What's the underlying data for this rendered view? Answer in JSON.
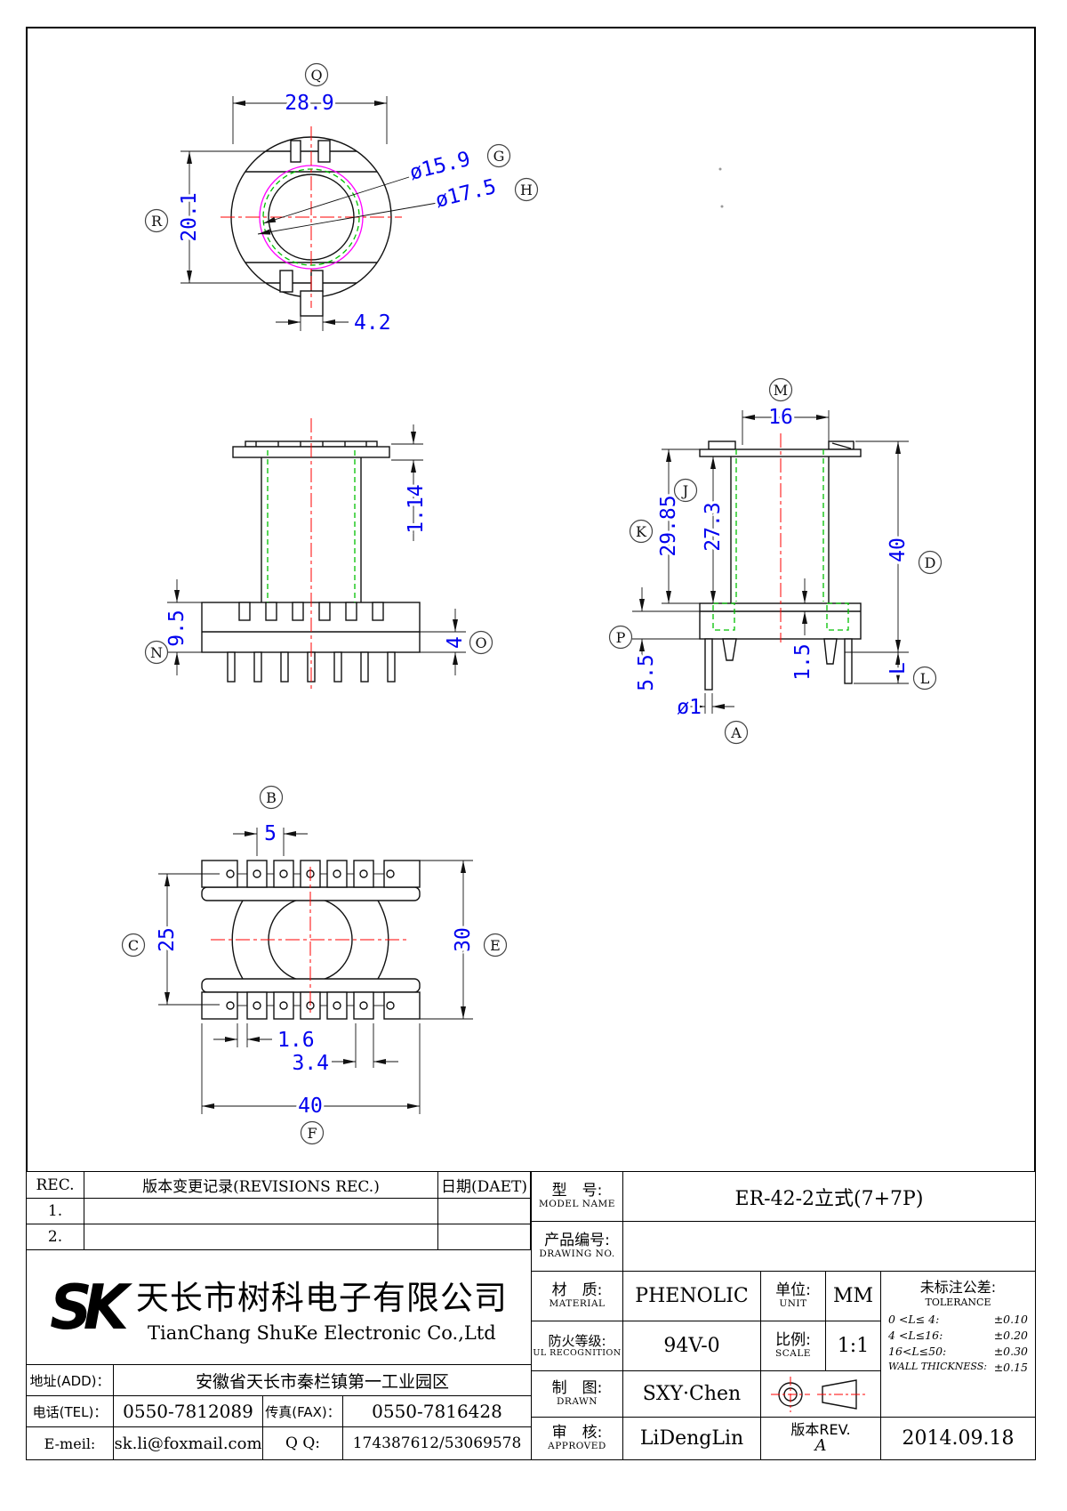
{
  "dims": {
    "q": "28.9",
    "r": "20.1",
    "g": "ø15.9",
    "h": "ø17.5",
    "tab": "4.2",
    "flange_t": "1.14",
    "base_h": "9.5",
    "base_lower": "4",
    "m": "16",
    "k": "29.85",
    "j": "27.3",
    "d_total": "40",
    "p_base": "5.5",
    "step": "1.5",
    "pin_dia": "ø1",
    "pin_len": "L",
    "b_pitch": "5",
    "c_rows": "25",
    "e_width": "30",
    "slot": "1.6",
    "tooth": "3.4",
    "f_len": "40"
  },
  "balloons": {
    "a": "A",
    "b": "B",
    "c": "C",
    "d": "D",
    "e": "E",
    "f": "F",
    "g": "G",
    "h": "H",
    "j": "J",
    "k": "K",
    "l": "L",
    "m": "M",
    "n": "N",
    "o": "O",
    "p": "P",
    "q": "Q",
    "r": "R"
  },
  "colors": {
    "dimension_text": "#0000ee",
    "centerline": "#ff0000",
    "coil_dashed": "#00c000",
    "flange_circle": "#ff00ff",
    "outline": "#111111"
  },
  "revisions": {
    "rec_header": "REC.",
    "desc_header": "版本变更记录(REVISIONS REC.)",
    "date_header": "日期(DAET)",
    "rows": [
      "1.",
      "2."
    ]
  },
  "company": {
    "logo": "SK",
    "name_cn": "天长市树科电子有限公司",
    "name_en": "TianChang ShuKe Electronic Co.,Ltd",
    "addr_label": "地址(ADD)：",
    "addr": "安徽省天长市秦栏镇第一工业园区",
    "tel_label": "电话(TEL)：",
    "tel": "0550-7812089",
    "fax_label": "传真(FAX)：",
    "fax": "0550-7816428",
    "email_label": "E-meil:",
    "email": "sk.li@foxmail.com",
    "qq_label": "Q Q:",
    "qq": "174387612/53069578"
  },
  "spec": {
    "model_label_cn": "型　号:",
    "model_label_en": "MODEL NAME",
    "model": "ER-42-2立式(7+7P)",
    "drawing_no_label_cn": "产品编号:",
    "drawing_no_label_en": "DRAWING NO.",
    "drawing_no": "",
    "material_label_cn": "材　质:",
    "material_label_en": "MATERIAL",
    "material": "PHENOLIC",
    "unit_label_cn": "单位:",
    "unit_label_en": "UNIT",
    "unit": "MM",
    "fire_label_cn": "防火等级:",
    "fire_label_en": "UL RECOGNITION",
    "fire": "94V-0",
    "scale_label_cn": "比例:",
    "scale_label_en": "SCALE",
    "scale": "1:1",
    "drawn_label_cn": "制　图:",
    "drawn_label_en": "DRAWN",
    "drawn": "SXY·Chen",
    "approved_label_cn": "审　核:",
    "approved_label_en": "APPROVED",
    "approved": "LiDengLin",
    "rev_label": "版本REV.",
    "rev": "A",
    "date": "2014.09.18"
  },
  "tolerance": {
    "title_cn": "未标注公差:",
    "title_en": "TOLERANCE",
    "rows": [
      {
        "range": "0 <L≤ 4:",
        "value": "±0.10"
      },
      {
        "range": "4 <L≤16:",
        "value": "±0.20"
      },
      {
        "range": "16<L≤50:",
        "value": "±0.30"
      },
      {
        "range": "WALL THICKNESS:",
        "value": "±0.15"
      }
    ]
  }
}
